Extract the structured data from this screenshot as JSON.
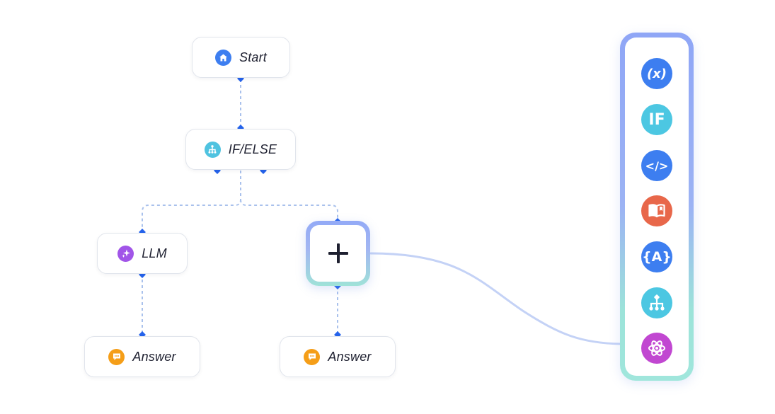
{
  "nodes": {
    "start": {
      "label": "Start",
      "icon": "home-icon",
      "icon_color": "#3d7ef0"
    },
    "ifelse": {
      "label": "IF/ELSE",
      "icon": "branch-icon",
      "icon_color": "#4fc3e0"
    },
    "llm": {
      "label": "LLM",
      "icon": "sparkle-icon",
      "icon_color": "#a155e8"
    },
    "answer_left": {
      "label": "Answer",
      "icon": "chat-bubble-icon",
      "icon_color": "#f59e18"
    },
    "answer_right": {
      "label": "Answer",
      "icon": "chat-bubble-icon",
      "icon_color": "#f59e18"
    },
    "add": {
      "label": "+",
      "icon": "plus-icon"
    }
  },
  "palette": {
    "tools": [
      {
        "name": "variable-tool",
        "text": "(x)",
        "icon": "variable-icon",
        "color": "#3d7ef0"
      },
      {
        "name": "if-tool",
        "text": "IF",
        "icon": "if-icon",
        "color": "#4cc7e2"
      },
      {
        "name": "code-tool",
        "text": "</>",
        "icon": "code-icon",
        "color": "#3d7ef0"
      },
      {
        "name": "knowledge-tool",
        "text": "",
        "icon": "book-icon",
        "color": "#e8674a"
      },
      {
        "name": "template-tool",
        "text": "{A}",
        "icon": "template-icon",
        "color": "#3d7ef0"
      },
      {
        "name": "branch-tool",
        "text": "",
        "icon": "branch-icon",
        "color": "#4cc7e2"
      },
      {
        "name": "agent-tool",
        "text": "",
        "icon": "atom-icon",
        "color": "#c147d1"
      }
    ]
  },
  "colors": {
    "port": "#2563eb",
    "edge": "#a9c1ec",
    "curve": "#c4d2f6",
    "palette_border_top": "#8fa6f6",
    "palette_border_bottom": "#9ce3d9"
  }
}
